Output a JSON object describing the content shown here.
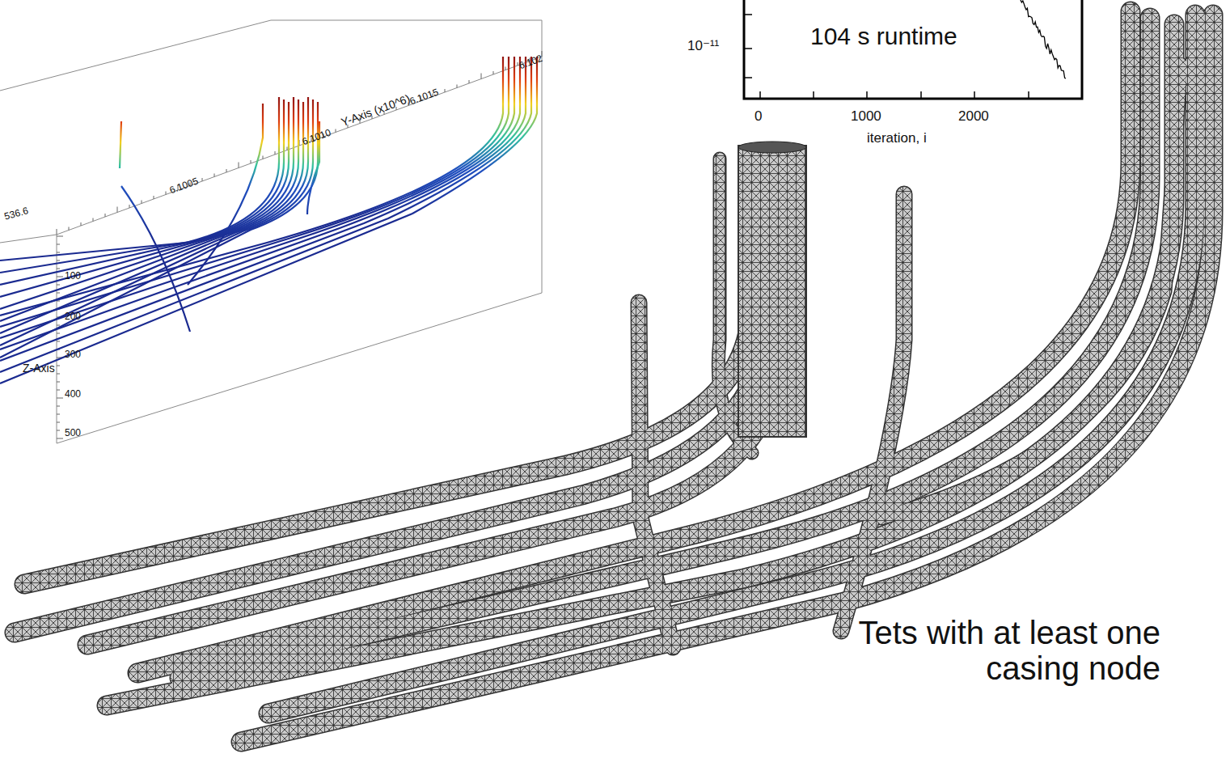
{
  "diagram": {
    "labels": [
      "104 s runtime",
      "10⁻¹¹",
      "0",
      "1000",
      "2000",
      "iteration, i",
      "536.6",
      "Y-Axis (x10^6)",
      "6.1005",
      "6.1010",
      "6.1015",
      "6.102",
      "100",
      "200",
      "300",
      "Z-Axis",
      "400",
      "500",
      "Tets with at least one casing node"
    ]
  }
}
